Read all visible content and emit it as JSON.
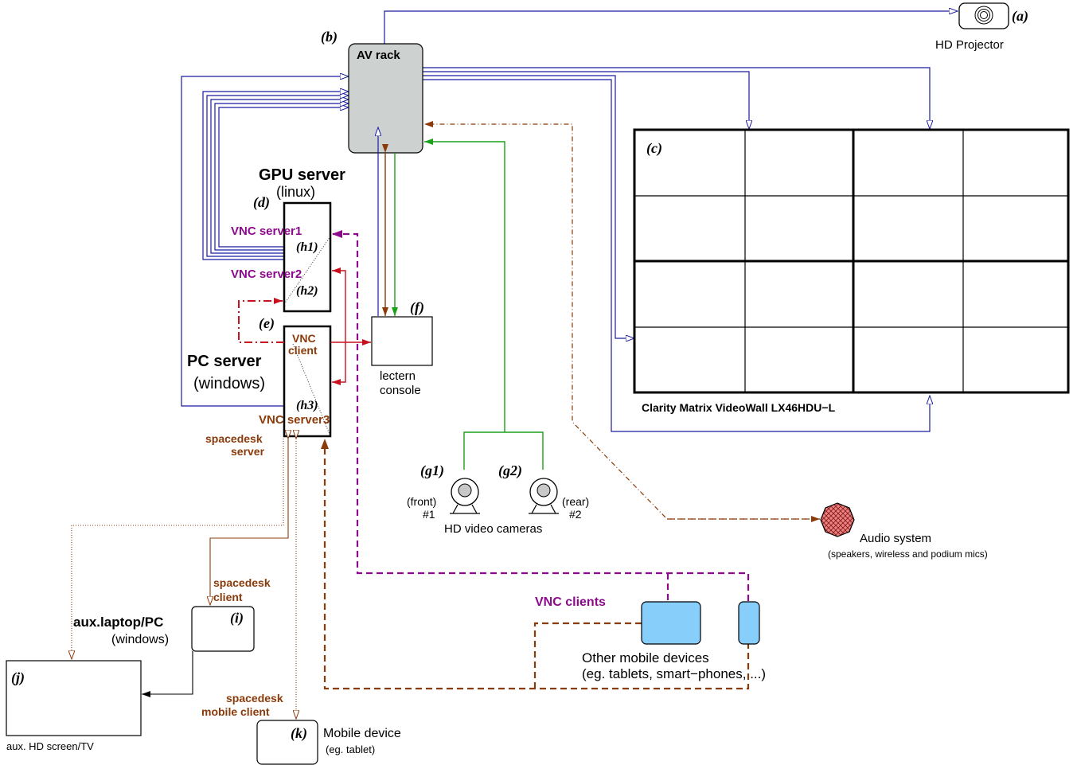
{
  "colors": {
    "blue": "#1a1aa0",
    "brown": "#8b3a0a",
    "green": "#1aa01a",
    "red": "#c8101e",
    "purple": "#8b0a8b",
    "rack_fill": "#cdd1cf",
    "device_fill": "#87cefa",
    "audio_fill": "#f08080"
  },
  "tags": {
    "a": "(a)",
    "b": "(b)",
    "c": "(c)",
    "d": "(d)",
    "e": "(e)",
    "f": "(f)",
    "g1": "(g1)",
    "g2": "(g2)",
    "h1": "(h1)",
    "h2": "(h2)",
    "h3": "(h3)",
    "i": "(i)",
    "j": "(j)",
    "k": "(k)"
  },
  "labels": {
    "projector": "HD Projector",
    "av_rack": "AV rack",
    "videowall": "Clarity Matrix VideoWall LX46HDU−L",
    "gpu_server": "GPU server",
    "gpu_os": "(linux)",
    "vnc_server1": "VNC server1",
    "vnc_server2": "VNC server2",
    "vnc_client_1": "VNC",
    "vnc_client_2": "client",
    "pc_server": "PC server",
    "pc_os": "(windows)",
    "vnc_server3": "VNC server3",
    "spacedesk_server_1": "spacedesk",
    "spacedesk_server_2": "server",
    "lectern_1": "lectern",
    "lectern_2": "console",
    "cam_front_1": "(front)",
    "cam_front_2": "#1",
    "cam_rear_1": "(rear)",
    "cam_rear_2": "#2",
    "cameras": "HD video cameras",
    "audio": "Audio system",
    "audio_sub": "(speakers, wireless and podium mics)",
    "vnc_clients": "VNC clients",
    "other_mobile_1": "Other mobile devices",
    "other_mobile_2": "(eg. tablets, smart−phones, ...)",
    "spacedesk_client_1": "spacedesk",
    "spacedesk_client_2": "client",
    "aux_laptop": "aux.laptop/PC",
    "aux_laptop_os": "(windows)",
    "aux_screen": "aux. HD screen/TV",
    "spacedesk_mobile_1": "spacedesk",
    "spacedesk_mobile_2": "mobile client",
    "mobile_device": "Mobile device",
    "mobile_device_sub": "(eg. tablet)"
  }
}
